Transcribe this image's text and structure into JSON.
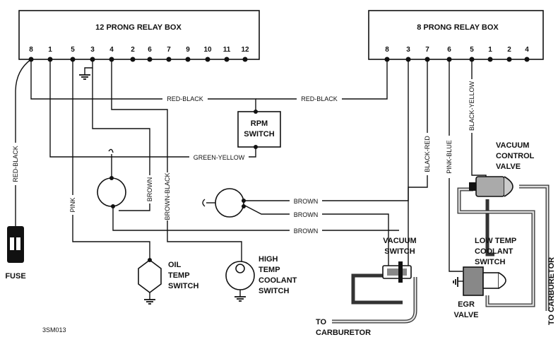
{
  "diagram_id": "3SM013",
  "relay12": {
    "title": "12 PRONG RELAY BOX",
    "pins": [
      "8",
      "1",
      "5",
      "3",
      "4",
      "2",
      "6",
      "7",
      "9",
      "10",
      "11",
      "12"
    ]
  },
  "relay8": {
    "title": "8 PRONG RELAY BOX",
    "pins": [
      "8",
      "3",
      "7",
      "6",
      "5",
      "1",
      "2",
      "4"
    ]
  },
  "rpm_switch": {
    "line1": "RPM",
    "line2": "SWITCH"
  },
  "fuse": {
    "label": "FUSE"
  },
  "oil_temp": {
    "line1": "OIL",
    "line2": "TEMP",
    "line3": "SWITCH"
  },
  "high_temp": {
    "line1": "HIGH",
    "line2": "TEMP",
    "line3": "COOLANT",
    "line4": "SWITCH"
  },
  "vacuum_switch": {
    "line1": "VACUUM",
    "line2": "SWITCH"
  },
  "vacuum_control": {
    "line1": "VACUUM",
    "line2": "CONTROL",
    "line3": "VALVE"
  },
  "low_temp": {
    "line1": "LOW TEMP",
    "line2": "COOLANT",
    "line3": "SWITCH"
  },
  "egr": {
    "line1": "EGR",
    "line2": "VALVE"
  },
  "to_carb_bottom": {
    "line1": "TO",
    "line2": "CARBURETOR"
  },
  "to_carb_right": "TO CARBURETOR",
  "wires": {
    "red_black_1": "RED-BLACK",
    "red_black_2": "RED-BLACK",
    "red_black_vert": "RED-BLACK",
    "green_yellow": "GREEN-YELLOW",
    "brown_1": "BROWN",
    "brown_2": "BROWN",
    "brown_3": "BROWN",
    "brown_4": "BROWN",
    "brown_black": "BROWN-BLACK",
    "pink": "PINK",
    "black_red": "BLACK-RED",
    "pink_blue": "PINK-BLUE",
    "black_yellow": "BLACK-YELLOW"
  }
}
